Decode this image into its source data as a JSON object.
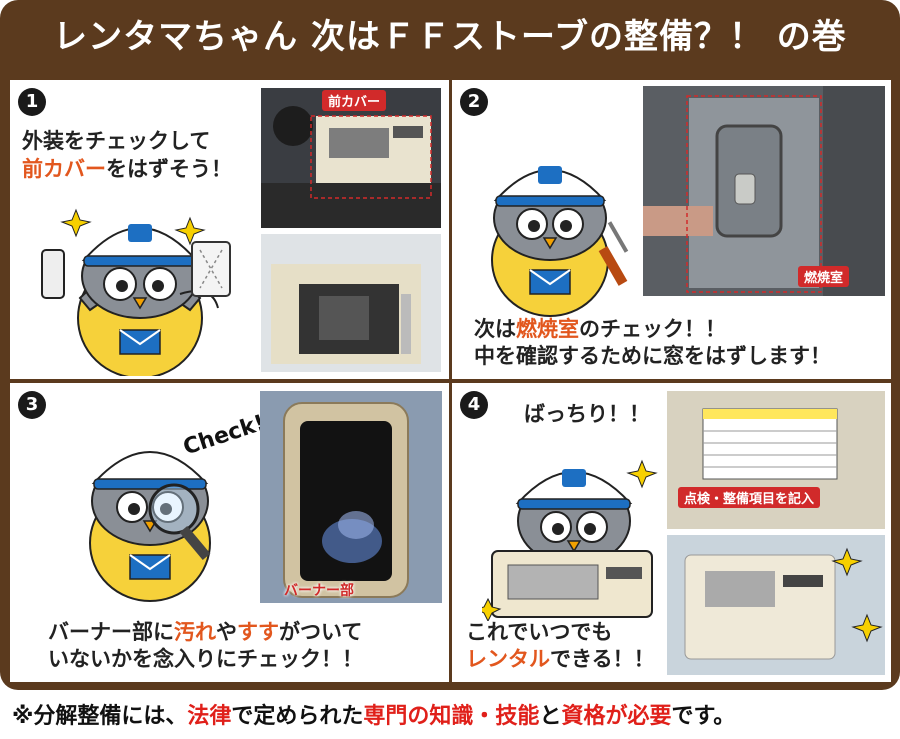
{
  "title": "レンタマちゃん 次はＦＦストーブの整備？！ の巻",
  "panels": [
    {
      "number": "1",
      "line1": "外装をチェックして",
      "line2_red": "前カバー",
      "line2_rest": "をはずそう！",
      "photo_label": "前カバー"
    },
    {
      "number": "2",
      "line1_pre": "次は",
      "line1_red": "燃焼室",
      "line1_post": "のチェック！！",
      "line2": "中を確認するために窓をはずします！",
      "photo_label": "燃焼室"
    },
    {
      "number": "3",
      "check_text": "Check!",
      "line1_pre": "バーナー部に",
      "line1_red1": "汚れ",
      "line1_mid": "や",
      "line1_red2": "すす",
      "line1_post": "がついて",
      "line2": "いないかを念入りにチェック！！",
      "photo_label": "バーナー部"
    },
    {
      "number": "4",
      "exclaim": "ばっちり！！",
      "line1": "これでいつでも",
      "line2_red": "レンタル",
      "line2_rest": "できる！！",
      "photo_label": "点検・整備項目を記入"
    }
  ],
  "footer": {
    "p1": "※分解整備には、",
    "r1": "法律",
    "p2": "で定められた",
    "r2": "専門の知識・技能",
    "p3": "と",
    "r3": "資格が必要",
    "p4": "です。"
  },
  "colors": {
    "frame": "#5b3a1e",
    "accent": "#e2571e",
    "mascot_yellow": "#f6d13a",
    "mascot_blue": "#1d6fc2"
  }
}
